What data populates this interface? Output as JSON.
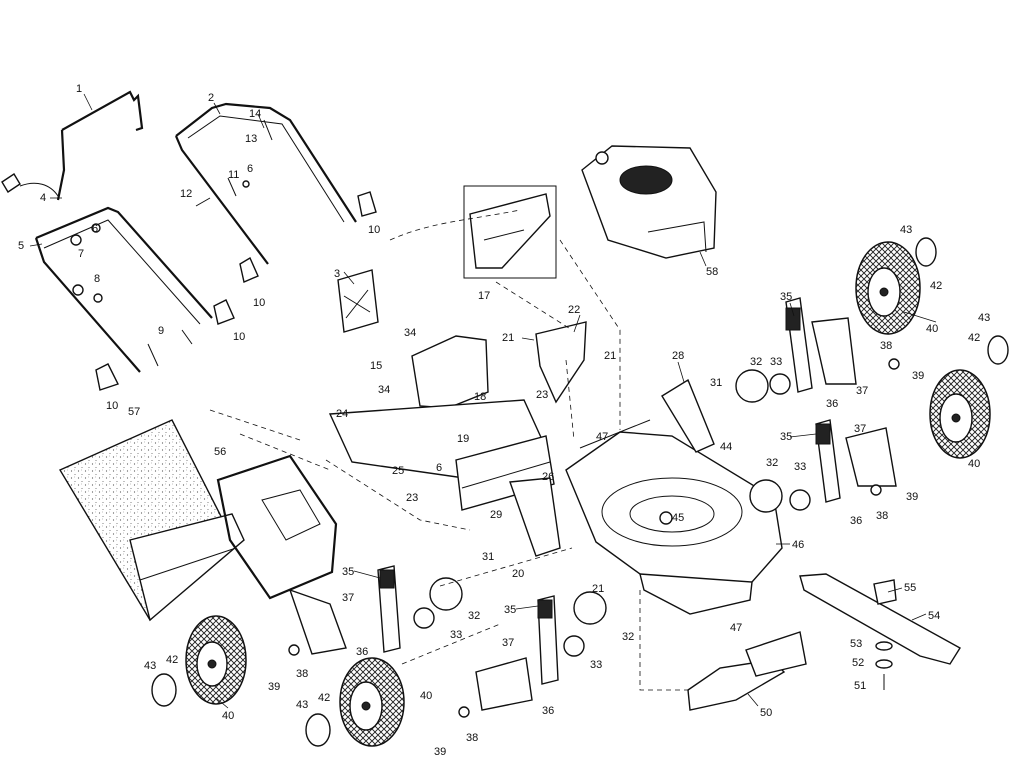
{
  "diagram": {
    "callouts": [
      {
        "id": "c1",
        "label": "1"
      },
      {
        "id": "c2",
        "label": "2"
      },
      {
        "id": "c3",
        "label": "3"
      },
      {
        "id": "c4",
        "label": "4"
      },
      {
        "id": "c5",
        "label": "5"
      },
      {
        "id": "c6a",
        "label": "6"
      },
      {
        "id": "c6b",
        "label": "6"
      },
      {
        "id": "c6c",
        "label": "6"
      },
      {
        "id": "c7",
        "label": "7"
      },
      {
        "id": "c8",
        "label": "8"
      },
      {
        "id": "c9",
        "label": "9"
      },
      {
        "id": "c10a",
        "label": "10"
      },
      {
        "id": "c10b",
        "label": "10"
      },
      {
        "id": "c10c",
        "label": "10"
      },
      {
        "id": "c10d",
        "label": "10"
      },
      {
        "id": "c11",
        "label": "11"
      },
      {
        "id": "c12",
        "label": "12"
      },
      {
        "id": "c13",
        "label": "13"
      },
      {
        "id": "c14",
        "label": "14"
      },
      {
        "id": "c15",
        "label": "15"
      },
      {
        "id": "c17",
        "label": "17"
      },
      {
        "id": "c18",
        "label": "18"
      },
      {
        "id": "c19",
        "label": "19"
      },
      {
        "id": "c20",
        "label": "20"
      },
      {
        "id": "c21a",
        "label": "21"
      },
      {
        "id": "c21b",
        "label": "21"
      },
      {
        "id": "c21c",
        "label": "21"
      },
      {
        "id": "c22",
        "label": "22"
      },
      {
        "id": "c23a",
        "label": "23"
      },
      {
        "id": "c23b",
        "label": "23"
      },
      {
        "id": "c24",
        "label": "24"
      },
      {
        "id": "c25",
        "label": "25"
      },
      {
        "id": "c26",
        "label": "26"
      },
      {
        "id": "c28",
        "label": "28"
      },
      {
        "id": "c29",
        "label": "29"
      },
      {
        "id": "c31a",
        "label": "31"
      },
      {
        "id": "c31b",
        "label": "31"
      },
      {
        "id": "c32a",
        "label": "32"
      },
      {
        "id": "c32b",
        "label": "32"
      },
      {
        "id": "c32c",
        "label": "32"
      },
      {
        "id": "c32d",
        "label": "32"
      },
      {
        "id": "c33a",
        "label": "33"
      },
      {
        "id": "c33b",
        "label": "33"
      },
      {
        "id": "c33c",
        "label": "33"
      },
      {
        "id": "c33d",
        "label": "33"
      },
      {
        "id": "c34a",
        "label": "34"
      },
      {
        "id": "c34b",
        "label": "34"
      },
      {
        "id": "c35a",
        "label": "35"
      },
      {
        "id": "c35b",
        "label": "35"
      },
      {
        "id": "c35c",
        "label": "35"
      },
      {
        "id": "c35d",
        "label": "35"
      },
      {
        "id": "c36a",
        "label": "36"
      },
      {
        "id": "c36b",
        "label": "36"
      },
      {
        "id": "c36c",
        "label": "36"
      },
      {
        "id": "c36d",
        "label": "36"
      },
      {
        "id": "c37a",
        "label": "37"
      },
      {
        "id": "c37b",
        "label": "37"
      },
      {
        "id": "c37c",
        "label": "37"
      },
      {
        "id": "c37d",
        "label": "37"
      },
      {
        "id": "c38a",
        "label": "38"
      },
      {
        "id": "c38b",
        "label": "38"
      },
      {
        "id": "c38c",
        "label": "38"
      },
      {
        "id": "c38d",
        "label": "38"
      },
      {
        "id": "c39a",
        "label": "39"
      },
      {
        "id": "c39b",
        "label": "39"
      },
      {
        "id": "c39c",
        "label": "39"
      },
      {
        "id": "c39d",
        "label": "39"
      },
      {
        "id": "c40a",
        "label": "40"
      },
      {
        "id": "c40b",
        "label": "40"
      },
      {
        "id": "c40c",
        "label": "40"
      },
      {
        "id": "c40d",
        "label": "40"
      },
      {
        "id": "c42a",
        "label": "42"
      },
      {
        "id": "c42b",
        "label": "42"
      },
      {
        "id": "c42c",
        "label": "42"
      },
      {
        "id": "c42d",
        "label": "42"
      },
      {
        "id": "c43a",
        "label": "43"
      },
      {
        "id": "c43b",
        "label": "43"
      },
      {
        "id": "c43c",
        "label": "43"
      },
      {
        "id": "c43d",
        "label": "43"
      },
      {
        "id": "c44",
        "label": "44"
      },
      {
        "id": "c45",
        "label": "45"
      },
      {
        "id": "c46",
        "label": "46"
      },
      {
        "id": "c47a",
        "label": "47"
      },
      {
        "id": "c47b",
        "label": "47"
      },
      {
        "id": "c50",
        "label": "50"
      },
      {
        "id": "c51",
        "label": "51"
      },
      {
        "id": "c52",
        "label": "52"
      },
      {
        "id": "c53",
        "label": "53"
      },
      {
        "id": "c54",
        "label": "54"
      },
      {
        "id": "c55",
        "label": "55"
      },
      {
        "id": "c56",
        "label": "56"
      },
      {
        "id": "c57",
        "label": "57"
      },
      {
        "id": "c58",
        "label": "58"
      }
    ]
  }
}
